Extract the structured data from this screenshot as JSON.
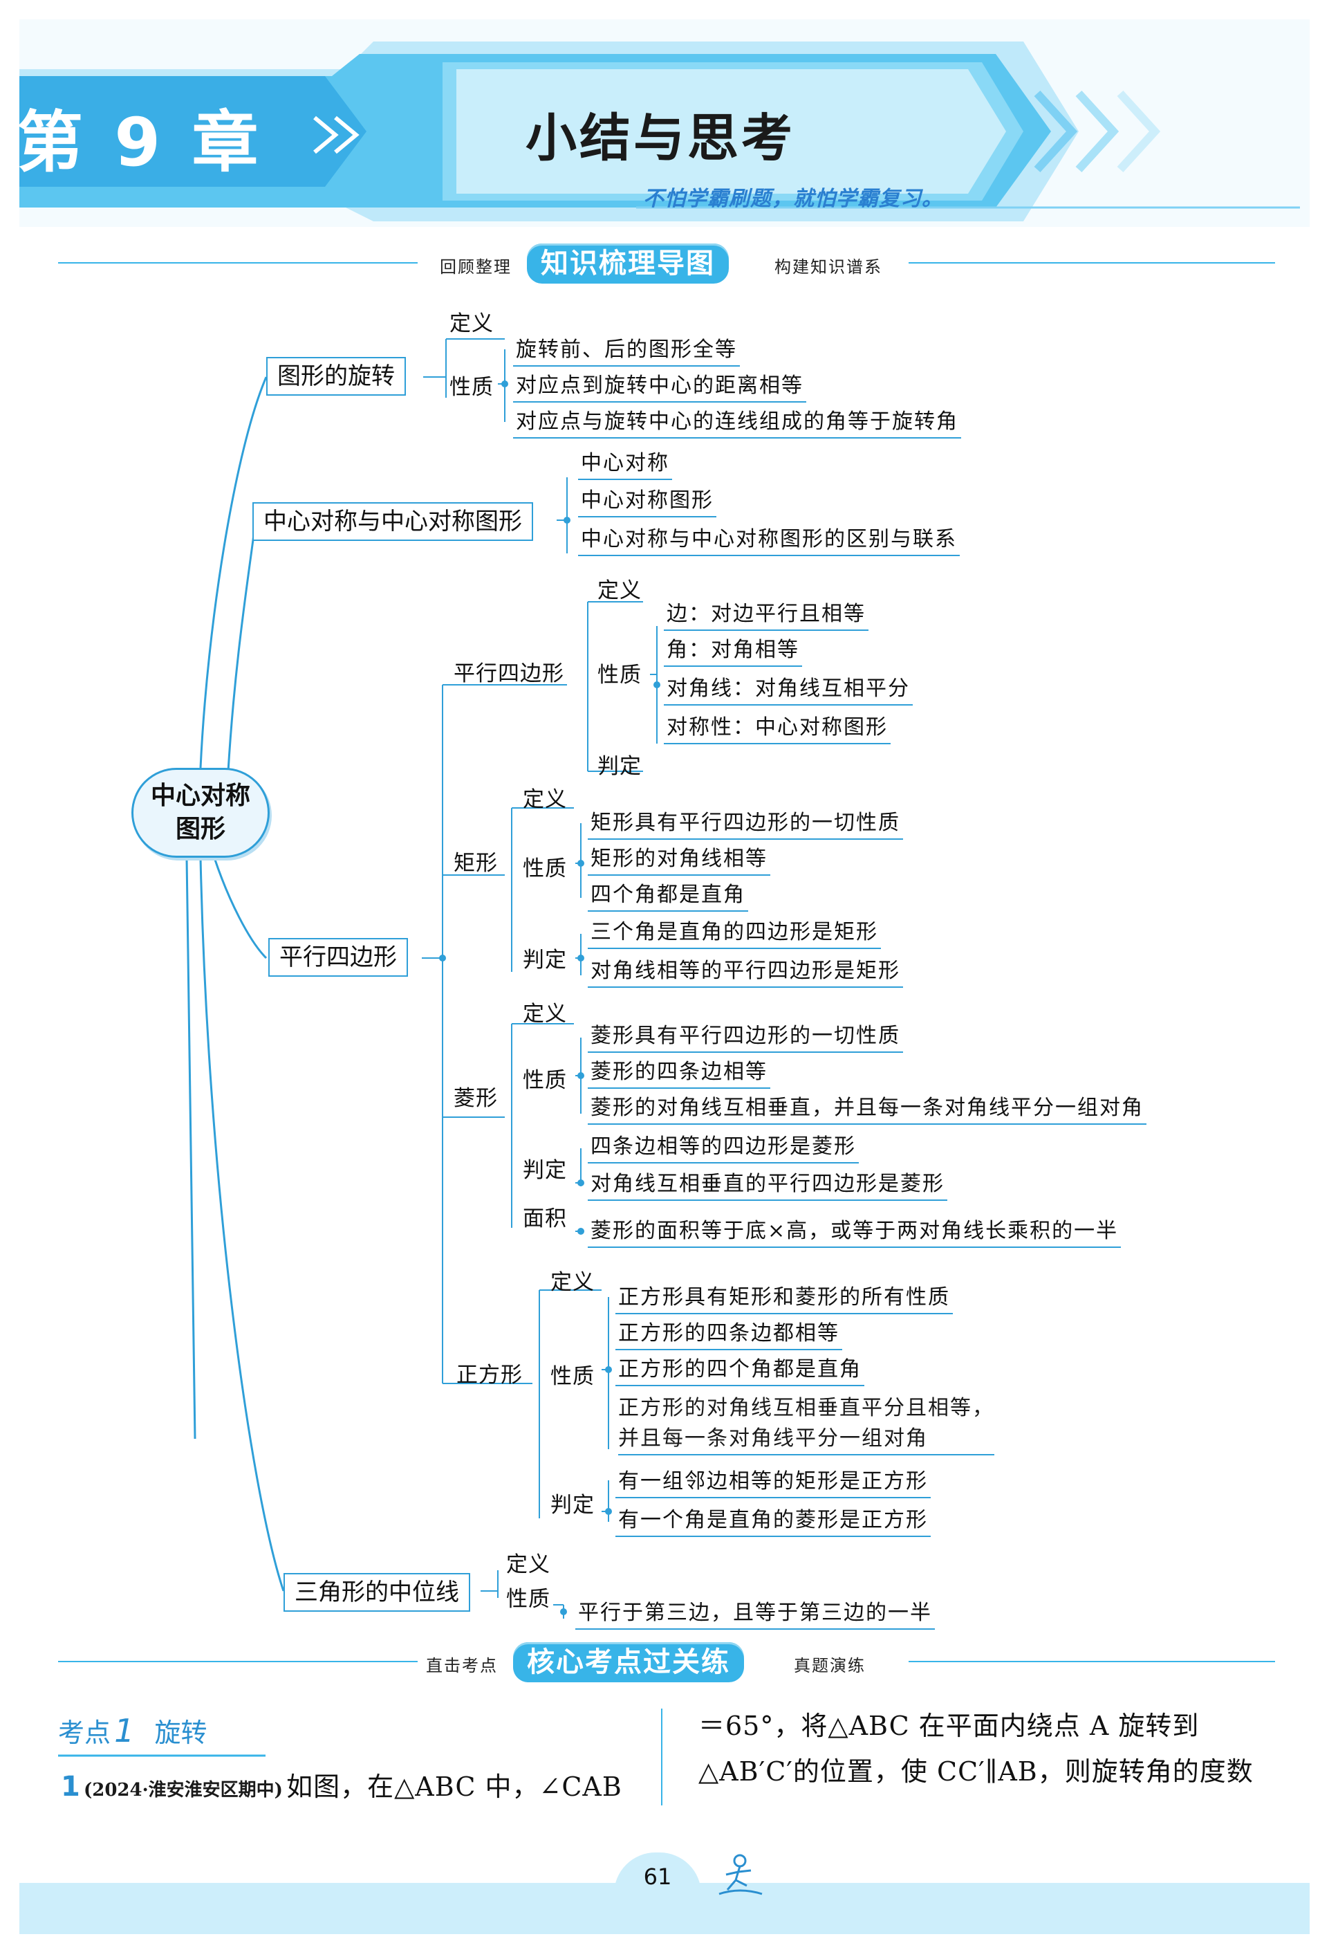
{
  "header": {
    "chapter": "第 9 章",
    "title": "小结与思考",
    "slogan": "不怕学霸刷题，就怕学霸复习。"
  },
  "section1": {
    "left_note": "回顾整理",
    "title": "知识梳理导图",
    "right_note": "构建知识谱系"
  },
  "map": {
    "center": [
      "中心对称",
      "图形"
    ],
    "rotation": {
      "label": "图形的旋转",
      "definition": "定义",
      "property": "性质",
      "properties": [
        "旋转前、后的图形全等",
        "对应点到旋转中心的距离相等",
        "对应点与旋转中心的连线组成的角等于旋转角"
      ]
    },
    "central_symmetry": {
      "label": "中心对称与中心对称图形",
      "items": [
        "中心对称",
        "中心对称图形",
        "中心对称与中心对称图形的区别与联系"
      ]
    },
    "parallelogram_group": {
      "label": "平行四边形",
      "parallelogram": {
        "label": "平行四边形",
        "definition": "定义",
        "property": "性质",
        "judgement": "判定",
        "properties": [
          "边：对边平行且相等",
          "角：对角相等",
          "对角线：对角线互相平分",
          "对称性：中心对称图形"
        ]
      },
      "rectangle": {
        "label": "矩形",
        "definition": "定义",
        "property": "性质",
        "judgement": "判定",
        "properties": [
          "矩形具有平行四边形的一切性质",
          "矩形的对角线相等",
          "四个角都是直角"
        ],
        "judgements": [
          "三个角是直角的四边形是矩形",
          "对角线相等的平行四边形是矩形"
        ]
      },
      "rhombus": {
        "label": "菱形",
        "definition": "定义",
        "property": "性质",
        "judgement": "判定",
        "area": "面积",
        "properties": [
          "菱形具有平行四边形的一切性质",
          "菱形的四条边相等",
          "菱形的对角线互相垂直，并且每一条对角线平分一组对角"
        ],
        "judgements": [
          "四条边相等的四边形是菱形",
          "对角线互相垂直的平行四边形是菱形"
        ],
        "area_text": "菱形的面积等于底×高，或等于两对角线长乘积的一半"
      },
      "square": {
        "label": "正方形",
        "definition": "定义",
        "property": "性质",
        "judgement": "判定",
        "properties": [
          "正方形具有矩形和菱形的所有性质",
          "正方形的四条边都相等",
          "正方形的四个角都是直角"
        ],
        "property_long": [
          "正方形的对角线互相垂直平分且相等，",
          "并且每一条对角线平分一组对角"
        ],
        "judgements": [
          "有一组邻边相等的矩形是正方形",
          "有一个角是直角的菱形是正方形"
        ]
      }
    },
    "midline": {
      "label": "三角形的中位线",
      "definition": "定义",
      "property": "性质",
      "property_text": "平行于第三边，且等于第三边的一半"
    }
  },
  "section2": {
    "left_note": "直击考点",
    "title": "核心考点过关练",
    "right_note": "真题演练"
  },
  "exercise": {
    "topic_prefix": "考点",
    "topic_number": "1",
    "topic_name": "旋转",
    "q_number": "1",
    "q_source": "(2024·淮安淮安区期中)",
    "q_left": "如图，在△ABC 中，∠CAB",
    "q_right_line1": "＝65°，将△ABC 在平面内绕点 A 旋转到",
    "q_right_line2": "△AB′C′的位置，使 CC′∥AB，则旋转角的度数"
  },
  "footer": {
    "page": "61"
  },
  "colors": {
    "accent": "#38b4e8",
    "line": "#2f9fd8",
    "header_dark": "#1e9ad8",
    "header_light": "#6ccbf1"
  }
}
